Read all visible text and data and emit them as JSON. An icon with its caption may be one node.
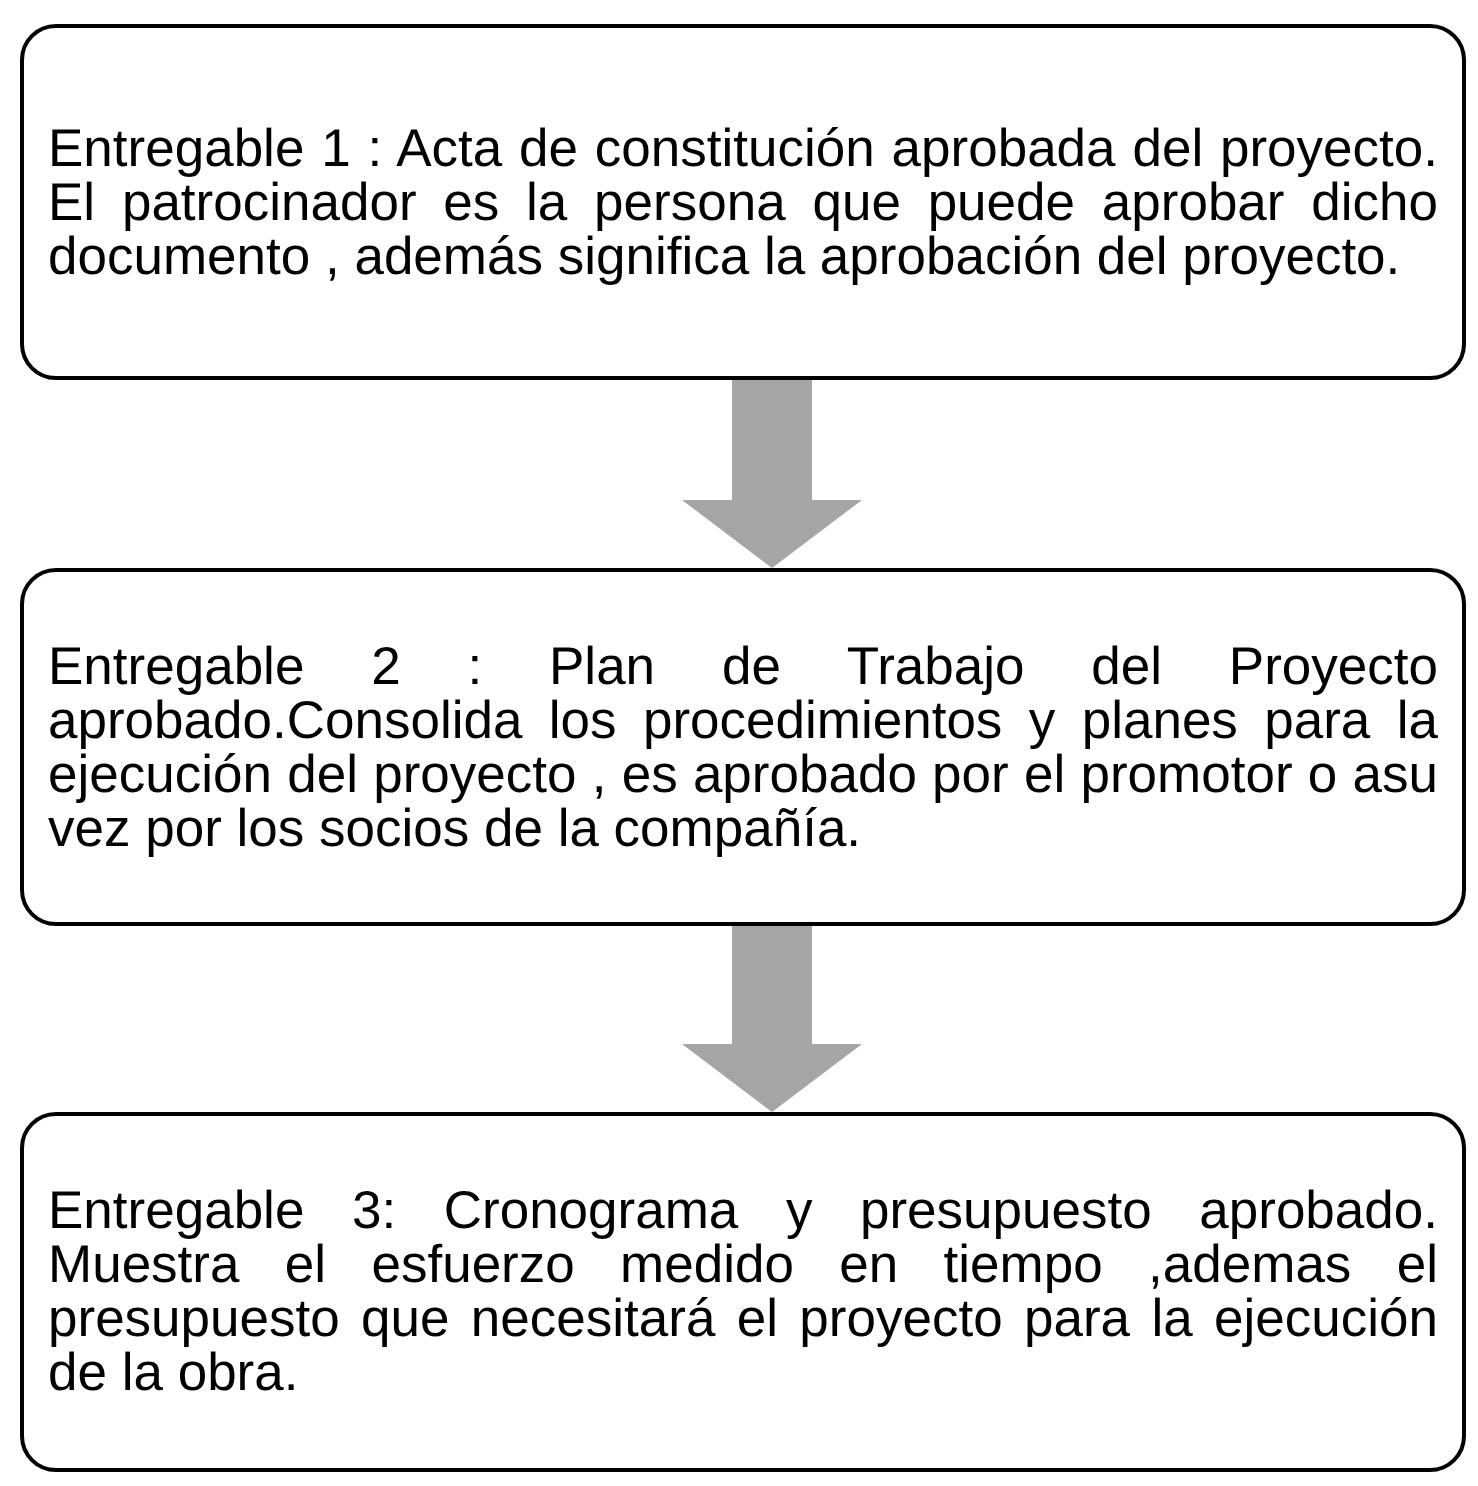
{
  "diagram": {
    "nodes": [
      {
        "text": [
          "Entregable 1 : Acta de constitución aprobada del proyecto. El patrocinador es la persona que puede aprobar dicho documento , además significa la aprobación del proyecto."
        ]
      },
      {
        "text": [
          "Entregable 2 : Plan de Trabajo del Proyecto aprobado.Consolida los procedimientos y planes para la ejecución del proyecto , es aprobado por el promotor o asu vez por los socios de la compañía."
        ]
      },
      {
        "text": [
          "Entregable 3: Cronograma y presupuesto aprobado. Muestra el esfuerzo medido en tiempo ,ademas el presupuesto que necesitará el proyecto para la ejecución de la obra."
        ]
      }
    ],
    "edges": [
      {
        "from": 0,
        "to": 1,
        "arrow": "to",
        "style": "thick"
      },
      {
        "from": 1,
        "to": 2,
        "arrow": "to",
        "style": "thick"
      }
    ]
  }
}
